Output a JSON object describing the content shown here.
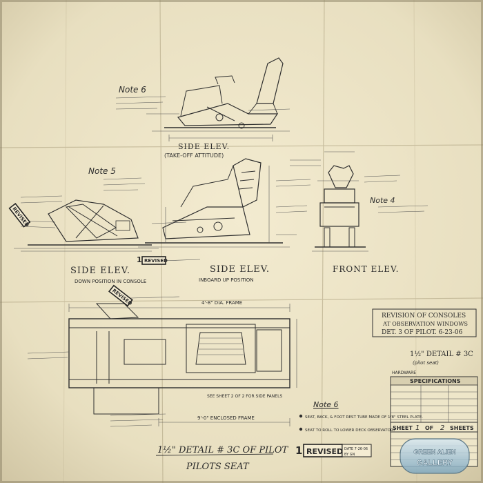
{
  "sheet": {
    "paper_color": "#ede4c6",
    "ink_color": "#2e2e2e"
  },
  "views": {
    "top_side_elev": {
      "title": "SIDE ELEV.",
      "subtitle": "(TAKE-OFF ATTITUDE)",
      "note": "Note 6"
    },
    "left_side_elev": {
      "title": "SIDE ELEV.",
      "subtitle": "DOWN POSITION IN CONSOLE",
      "note": "Note 5"
    },
    "mid_side_elev": {
      "title": "SIDE ELEV.",
      "subtitle": "INBOARD UP POSITION"
    },
    "front_elev": {
      "title": "FRONT ELEV.",
      "note": "Note 4"
    },
    "plan_view": {
      "dimension_top": "4'-8\" DIA. FRAME",
      "dimension_bottom": "9'-0\" ENCLOSED FRAME",
      "callout": "SEE SHEET 2 OF 2 FOR SIDE PANELS"
    }
  },
  "revision_box": {
    "line1": "REVISION OF CONSOLES",
    "line2": "AT OBSERVATION WINDOWS",
    "line3": "DET. 3 OF PILOT. 6-23-06"
  },
  "detail_label": "1½\" DETAIL # 3C",
  "detail_sub": "(pilot seat)",
  "hardware_label": "HARDWARE",
  "specs": {
    "title": "SPECIFICATIONS",
    "sheet_prefix": "SHEET",
    "sheet_num": "1",
    "sheet_of": "OF",
    "sheet_total": "2",
    "sheet_suffix": "SHEETS"
  },
  "notes": {
    "heading": "Note 6",
    "item1": "SEAT, BACK, & FOOT REST TUBE MADE OF 1/8\" STEEL PLATE.",
    "item2": "SEAT TO ROLL TO LOWER DECK OBSERVATORY"
  },
  "bottom_title": {
    "line1": "1½\" DETAIL # 3C OF PILOT",
    "line2": "PILOTS SEAT"
  },
  "revised_stamp": {
    "number": "1",
    "word": "REVISED",
    "date_label": "DATE 7-26-06",
    "by_label": "BY GN"
  },
  "small_revised": "REVISED",
  "watermark": {
    "line1": "GREEN ALIEN",
    "line2": "GALLERY"
  }
}
